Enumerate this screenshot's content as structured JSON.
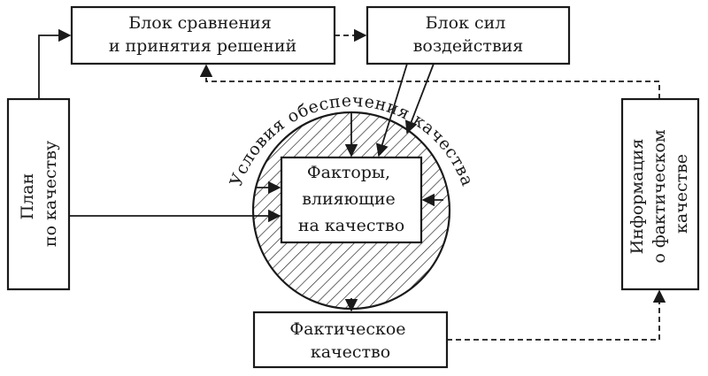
{
  "blocks": {
    "compare": {
      "line1": "Блок сравнения",
      "line2": "и принятия решений"
    },
    "forces": {
      "line1": "Блок сил",
      "line2": "воздействия"
    },
    "plan": {
      "line1": "План",
      "line2": "по качеству"
    },
    "info": {
      "line1": "Информация",
      "line2": "о фактическом",
      "line3": "качестве"
    },
    "factors": {
      "line1": "Факторы,",
      "line2": "влияющие",
      "line3": "на качество"
    },
    "actual": {
      "line1": "Фактическое",
      "line2": "качество"
    }
  },
  "arc_label": "Условия обеспечения качества"
}
